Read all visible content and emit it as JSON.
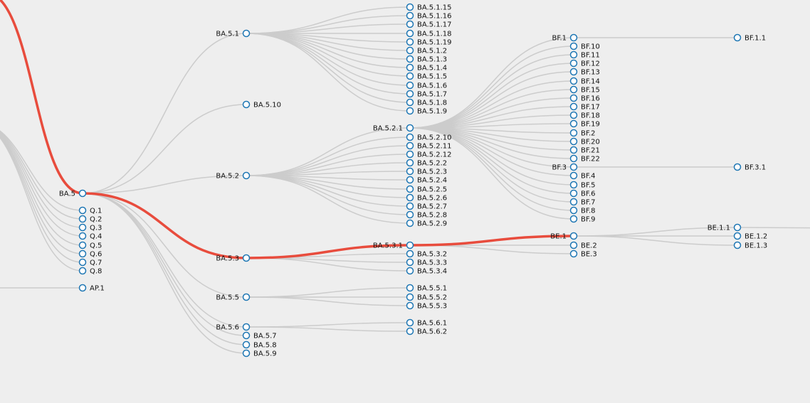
{
  "nodes": [
    {
      "id": "BA.5",
      "label": "BA.5",
      "side": "left"
    },
    {
      "id": "Q.1",
      "label": "Q.1",
      "side": "right"
    },
    {
      "id": "Q.2",
      "label": "Q.2",
      "side": "right"
    },
    {
      "id": "Q.3",
      "label": "Q.3",
      "side": "right"
    },
    {
      "id": "Q.4",
      "label": "Q.4",
      "side": "right"
    },
    {
      "id": "Q.5",
      "label": "Q.5",
      "side": "right"
    },
    {
      "id": "Q.6",
      "label": "Q.6",
      "side": "right"
    },
    {
      "id": "Q.7",
      "label": "Q.7",
      "side": "right"
    },
    {
      "id": "Q.8",
      "label": "Q.8",
      "side": "right"
    },
    {
      "id": "AP.1",
      "label": "AP.1",
      "side": "right"
    },
    {
      "id": "BA.5.1",
      "label": "BA.5.1",
      "side": "left"
    },
    {
      "id": "BA.5.10",
      "label": "BA.5.10",
      "side": "right"
    },
    {
      "id": "BA.5.2",
      "label": "BA.5.2",
      "side": "left"
    },
    {
      "id": "BA.5.3",
      "label": "BA.5.3",
      "side": "left"
    },
    {
      "id": "BA.5.5",
      "label": "BA.5.5",
      "side": "left"
    },
    {
      "id": "BA.5.6",
      "label": "BA.5.6",
      "side": "left"
    },
    {
      "id": "BA.5.7",
      "label": "BA.5.7",
      "side": "right"
    },
    {
      "id": "BA.5.8",
      "label": "BA.5.8",
      "side": "right"
    },
    {
      "id": "BA.5.9",
      "label": "BA.5.9",
      "side": "right"
    },
    {
      "id": "BA.5.1.15",
      "label": "BA.5.1.15",
      "side": "right"
    },
    {
      "id": "BA.5.1.16",
      "label": "BA.5.1.16",
      "side": "right"
    },
    {
      "id": "BA.5.1.17",
      "label": "BA.5.1.17",
      "side": "right"
    },
    {
      "id": "BA.5.1.18",
      "label": "BA.5.1.18",
      "side": "right"
    },
    {
      "id": "BA.5.1.19",
      "label": "BA.5.1.19",
      "side": "right"
    },
    {
      "id": "BA.5.1.2",
      "label": "BA.5.1.2",
      "side": "right"
    },
    {
      "id": "BA.5.1.3",
      "label": "BA.5.1.3",
      "side": "right"
    },
    {
      "id": "BA.5.1.4",
      "label": "BA.5.1.4",
      "side": "right"
    },
    {
      "id": "BA.5.1.5",
      "label": "BA.5.1.5",
      "side": "right"
    },
    {
      "id": "BA.5.1.6",
      "label": "BA.5.1.6",
      "side": "right"
    },
    {
      "id": "BA.5.1.7",
      "label": "BA.5.1.7",
      "side": "right"
    },
    {
      "id": "BA.5.1.8",
      "label": "BA.5.1.8",
      "side": "right"
    },
    {
      "id": "BA.5.1.9",
      "label": "BA.5.1.9",
      "side": "right"
    },
    {
      "id": "BA.5.2.1",
      "label": "BA.5.2.1",
      "side": "left"
    },
    {
      "id": "BA.5.2.10",
      "label": "BA.5.2.10",
      "side": "right"
    },
    {
      "id": "BA.5.2.11",
      "label": "BA.5.2.11",
      "side": "right"
    },
    {
      "id": "BA.5.2.12",
      "label": "BA.5.2.12",
      "side": "right"
    },
    {
      "id": "BA.5.2.2",
      "label": "BA.5.2.2",
      "side": "right"
    },
    {
      "id": "BA.5.2.3",
      "label": "BA.5.2.3",
      "side": "right"
    },
    {
      "id": "BA.5.2.4",
      "label": "BA.5.2.4",
      "side": "right"
    },
    {
      "id": "BA.5.2.5",
      "label": "BA.5.2.5",
      "side": "right"
    },
    {
      "id": "BA.5.2.6",
      "label": "BA.5.2.6",
      "side": "right"
    },
    {
      "id": "BA.5.2.7",
      "label": "BA.5.2.7",
      "side": "right"
    },
    {
      "id": "BA.5.2.8",
      "label": "BA.5.2.8",
      "side": "right"
    },
    {
      "id": "BA.5.2.9",
      "label": "BA.5.2.9",
      "side": "right"
    },
    {
      "id": "BA.5.3.1",
      "label": "BA.5.3.1",
      "side": "left"
    },
    {
      "id": "BA.5.3.2",
      "label": "BA.5.3.2",
      "side": "right"
    },
    {
      "id": "BA.5.3.3",
      "label": "BA.5.3.3",
      "side": "right"
    },
    {
      "id": "BA.5.3.4",
      "label": "BA.5.3.4",
      "side": "right"
    },
    {
      "id": "BA.5.5.1",
      "label": "BA.5.5.1",
      "side": "right"
    },
    {
      "id": "BA.5.5.2",
      "label": "BA.5.5.2",
      "side": "right"
    },
    {
      "id": "BA.5.5.3",
      "label": "BA.5.5.3",
      "side": "right"
    },
    {
      "id": "BA.5.6.1",
      "label": "BA.5.6.1",
      "side": "right"
    },
    {
      "id": "BA.5.6.2",
      "label": "BA.5.6.2",
      "side": "right"
    },
    {
      "id": "BF.1",
      "label": "BF.1",
      "side": "left"
    },
    {
      "id": "BF.10",
      "label": "BF.10",
      "side": "right"
    },
    {
      "id": "BF.11",
      "label": "BF.11",
      "side": "right"
    },
    {
      "id": "BF.12",
      "label": "BF.12",
      "side": "right"
    },
    {
      "id": "BF.13",
      "label": "BF.13",
      "side": "right"
    },
    {
      "id": "BF.14",
      "label": "BF.14",
      "side": "right"
    },
    {
      "id": "BF.15",
      "label": "BF.15",
      "side": "right"
    },
    {
      "id": "BF.16",
      "label": "BF.16",
      "side": "right"
    },
    {
      "id": "BF.17",
      "label": "BF.17",
      "side": "right"
    },
    {
      "id": "BF.18",
      "label": "BF.18",
      "side": "right"
    },
    {
      "id": "BF.19",
      "label": "BF.19",
      "side": "right"
    },
    {
      "id": "BF.2",
      "label": "BF.2",
      "side": "right"
    },
    {
      "id": "BF.20",
      "label": "BF.20",
      "side": "right"
    },
    {
      "id": "BF.21",
      "label": "BF.21",
      "side": "right"
    },
    {
      "id": "BF.22",
      "label": "BF.22",
      "side": "right"
    },
    {
      "id": "BF.3",
      "label": "BF.3",
      "side": "left"
    },
    {
      "id": "BF.4",
      "label": "BF.4",
      "side": "right"
    },
    {
      "id": "BF.5",
      "label": "BF.5",
      "side": "right"
    },
    {
      "id": "BF.6",
      "label": "BF.6",
      "side": "right"
    },
    {
      "id": "BF.7",
      "label": "BF.7",
      "side": "right"
    },
    {
      "id": "BF.8",
      "label": "BF.8",
      "side": "right"
    },
    {
      "id": "BF.9",
      "label": "BF.9",
      "side": "right"
    },
    {
      "id": "BE.1",
      "label": "BE.1",
      "side": "left"
    },
    {
      "id": "BE.2",
      "label": "BE.2",
      "side": "right"
    },
    {
      "id": "BE.3",
      "label": "BE.3",
      "side": "right"
    },
    {
      "id": "BF.1.1",
      "label": "BF.1.1",
      "side": "right"
    },
    {
      "id": "BF.3.1",
      "label": "BF.3.1",
      "side": "right"
    },
    {
      "id": "BE.1.1",
      "label": "BE.1.1",
      "side": "left"
    },
    {
      "id": "BE.1.2",
      "label": "BE.1.2",
      "side": "right"
    },
    {
      "id": "BE.1.3",
      "label": "BE.1.3",
      "side": "right"
    }
  ],
  "links": [
    [
      "BA.5",
      "BA.5.1"
    ],
    [
      "BA.5",
      "BA.5.10"
    ],
    [
      "BA.5",
      "BA.5.2"
    ],
    [
      "BA.5",
      "BA.5.3"
    ],
    [
      "BA.5",
      "BA.5.5"
    ],
    [
      "BA.5",
      "BA.5.6"
    ],
    [
      "BA.5",
      "BA.5.7"
    ],
    [
      "BA.5",
      "BA.5.8"
    ],
    [
      "BA.5",
      "BA.5.9"
    ],
    [
      "BA.5.1",
      "BA.5.1.15"
    ],
    [
      "BA.5.1",
      "BA.5.1.16"
    ],
    [
      "BA.5.1",
      "BA.5.1.17"
    ],
    [
      "BA.5.1",
      "BA.5.1.18"
    ],
    [
      "BA.5.1",
      "BA.5.1.19"
    ],
    [
      "BA.5.1",
      "BA.5.1.2"
    ],
    [
      "BA.5.1",
      "BA.5.1.3"
    ],
    [
      "BA.5.1",
      "BA.5.1.4"
    ],
    [
      "BA.5.1",
      "BA.5.1.5"
    ],
    [
      "BA.5.1",
      "BA.5.1.6"
    ],
    [
      "BA.5.1",
      "BA.5.1.7"
    ],
    [
      "BA.5.1",
      "BA.5.1.8"
    ],
    [
      "BA.5.1",
      "BA.5.1.9"
    ],
    [
      "BA.5.2",
      "BA.5.2.1"
    ],
    [
      "BA.5.2",
      "BA.5.2.10"
    ],
    [
      "BA.5.2",
      "BA.5.2.11"
    ],
    [
      "BA.5.2",
      "BA.5.2.12"
    ],
    [
      "BA.5.2",
      "BA.5.2.2"
    ],
    [
      "BA.5.2",
      "BA.5.2.3"
    ],
    [
      "BA.5.2",
      "BA.5.2.4"
    ],
    [
      "BA.5.2",
      "BA.5.2.5"
    ],
    [
      "BA.5.2",
      "BA.5.2.6"
    ],
    [
      "BA.5.2",
      "BA.5.2.7"
    ],
    [
      "BA.5.2",
      "BA.5.2.8"
    ],
    [
      "BA.5.2",
      "BA.5.2.9"
    ],
    [
      "BA.5.3",
      "BA.5.3.1"
    ],
    [
      "BA.5.3",
      "BA.5.3.2"
    ],
    [
      "BA.5.3",
      "BA.5.3.3"
    ],
    [
      "BA.5.3",
      "BA.5.3.4"
    ],
    [
      "BA.5.5",
      "BA.5.5.1"
    ],
    [
      "BA.5.5",
      "BA.5.5.2"
    ],
    [
      "BA.5.5",
      "BA.5.5.3"
    ],
    [
      "BA.5.6",
      "BA.5.6.1"
    ],
    [
      "BA.5.6",
      "BA.5.6.2"
    ],
    [
      "BA.5.2.1",
      "BF.1"
    ],
    [
      "BA.5.2.1",
      "BF.10"
    ],
    [
      "BA.5.2.1",
      "BF.11"
    ],
    [
      "BA.5.2.1",
      "BF.12"
    ],
    [
      "BA.5.2.1",
      "BF.13"
    ],
    [
      "BA.5.2.1",
      "BF.14"
    ],
    [
      "BA.5.2.1",
      "BF.15"
    ],
    [
      "BA.5.2.1",
      "BF.16"
    ],
    [
      "BA.5.2.1",
      "BF.17"
    ],
    [
      "BA.5.2.1",
      "BF.18"
    ],
    [
      "BA.5.2.1",
      "BF.19"
    ],
    [
      "BA.5.2.1",
      "BF.2"
    ],
    [
      "BA.5.2.1",
      "BF.20"
    ],
    [
      "BA.5.2.1",
      "BF.21"
    ],
    [
      "BA.5.2.1",
      "BF.22"
    ],
    [
      "BA.5.2.1",
      "BF.3"
    ],
    [
      "BA.5.2.1",
      "BF.4"
    ],
    [
      "BA.5.2.1",
      "BF.5"
    ],
    [
      "BA.5.2.1",
      "BF.6"
    ],
    [
      "BA.5.2.1",
      "BF.7"
    ],
    [
      "BA.5.2.1",
      "BF.8"
    ],
    [
      "BA.5.2.1",
      "BF.9"
    ],
    [
      "BA.5.3.1",
      "BE.1"
    ],
    [
      "BA.5.3.1",
      "BE.2"
    ],
    [
      "BA.5.3.1",
      "BE.3"
    ],
    [
      "BF.1",
      "BF.1.1"
    ],
    [
      "BF.3",
      "BF.3.1"
    ],
    [
      "BE.1",
      "BE.1.1"
    ],
    [
      "BE.1",
      "BE.1.2"
    ],
    [
      "BE.1",
      "BE.1.3"
    ]
  ],
  "highlight_path": [
    "BA.5",
    "BA.5.3",
    "BA.5.3.1",
    "BE.1"
  ],
  "colors": {
    "background": "#eeeeee",
    "link": "#cccccc",
    "highlight": "#e84c3d",
    "node_stroke": "#1f77b4",
    "node_fill": "#ffffff"
  }
}
